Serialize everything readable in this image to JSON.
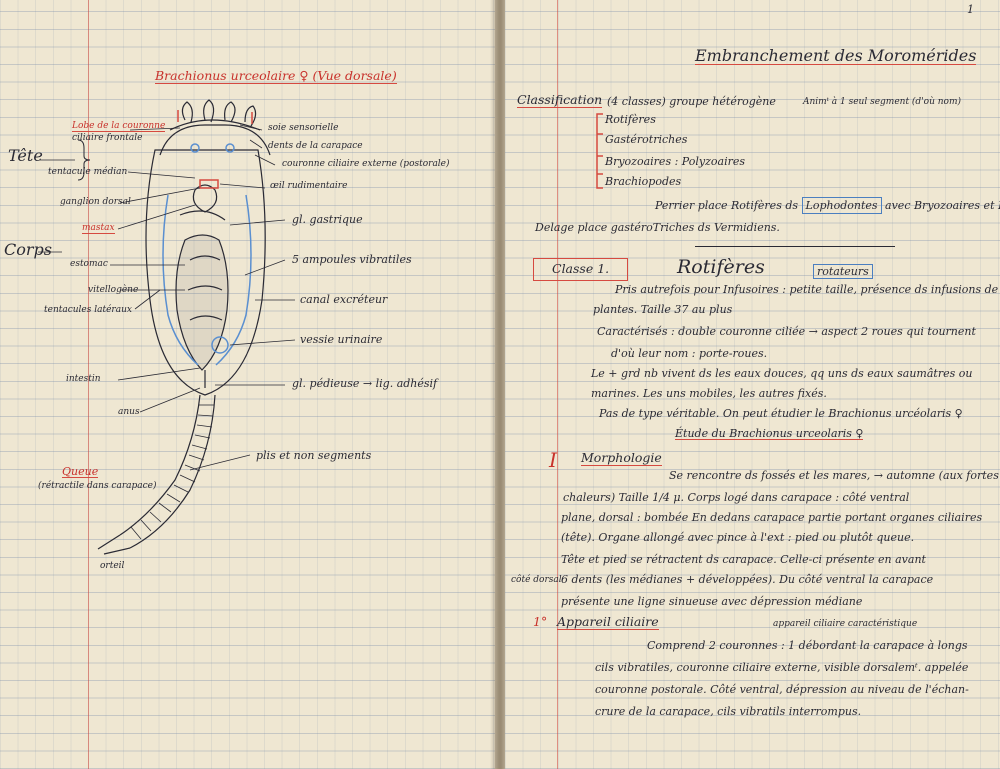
{
  "page_number": "1",
  "left_page": {
    "title": "Brachionus urceolaire ♀ (Vue dorsale)",
    "labels_left": {
      "tete": "Tête",
      "corps": "Corps",
      "lobe": "Lobe de la couronne",
      "lobe2": "ciliaire frontale",
      "tentacule": "tentacule médian",
      "ganglion": "ganglion dorsal",
      "mastax": "mastax",
      "estomac": "estomac",
      "vitellogene": "vitellogène",
      "tentacules_lateraux": "tentacules latéraux",
      "intestin": "intestin",
      "anus": "anus",
      "queue": "Queue",
      "queue_note": "(rétractile dans carapace)",
      "orteil": "orteil"
    },
    "labels_right": {
      "soie": "soie sensorielle",
      "dents": "dents de la carapace",
      "couronne": "couronne ciliaire externe (postorale)",
      "oeil": "œil rudimentaire",
      "gl_gastrique": "gl. gastrique",
      "ampoules": "5 ampoules vibratiles",
      "canal": "canal excréteur",
      "vessie": "vessie urinaire",
      "gl_pedieuse": "gl. pédieuse → lig. adhésif",
      "plis": "plis et non segments"
    }
  },
  "right_page": {
    "heading": "Embranchement des Moromérides",
    "classification": "Classification",
    "classes_note": "(4 classes) groupe hétérogène",
    "segment_note": "Animᵗ à 1 seul segment (d'où nom)",
    "list": [
      "Rotifères",
      "Gastérotriches",
      "Bryozoaires : Polyzoaires",
      "Brachiopodes"
    ],
    "perrier_line": "Perrier place Rotifères ds",
    "lophodontes": "Lophodontes",
    "perrier_line_end": "avec Bryozoaires et Brachiop.",
    "delage_line": "Delage place gastéroTriches ds Vermidiens.",
    "classe_box": "Classe 1.",
    "rotiferes_title": "Rotifères",
    "rotateurs": "rotateurs",
    "lines": [
      "Pris autrefois pour Infusoires : petite taille, présence ds infusions de",
      "plantes. Taille 37 au plus",
      "Caractérisés : double couronne ciliée → aspect 2 roues qui tournent",
      "d'où leur nom : porte-roues.",
      "Le + grd nb vivent ds les eaux douces, qq uns ds eaux saumâtres ou",
      "marines. Les uns mobiles, les autres fixés.",
      "Pas de type véritable. On peut étudier le Brachionus urcéolaris ♀",
      "Étude du Brachionus urceolaris ♀"
    ],
    "section1_num": "I",
    "section1": "Morphologie",
    "morph_lines": [
      "Se rencontre ds fossés et les mares, → automne (aux fortes",
      "chaleurs) Taille 1/4 μ. Corps logé dans carapace : côté ventral",
      "plane, dorsal : bombée En dedans carapace partie portant organes ciliaires",
      "(tête). Organe allongé avec pince à l'ext : pied ou plutôt queue.",
      "Tête et pied se rétractent ds carapace. Celle-ci présente en avant",
      "6 dents (les médianes + développées). Du côté ventral la carapace",
      "présente une ligne sinueuse avec dépression médiane"
    ],
    "cote_dorsal": "côté dorsal",
    "section2_num": "1°",
    "section2": "Appareil ciliaire",
    "app_note": "appareil ciliaire caractéristique",
    "app_lines": [
      "Comprend 2 couronnes : 1 débordant la carapace à longs",
      "cils vibratiles, couronne ciliaire externe, visible dorsalemᵗ. appelée",
      "couronne postorale. Côté ventral, dépression au niveau de l'échan-",
      "crure de la carapace, cils vibratils interrompus."
    ]
  }
}
